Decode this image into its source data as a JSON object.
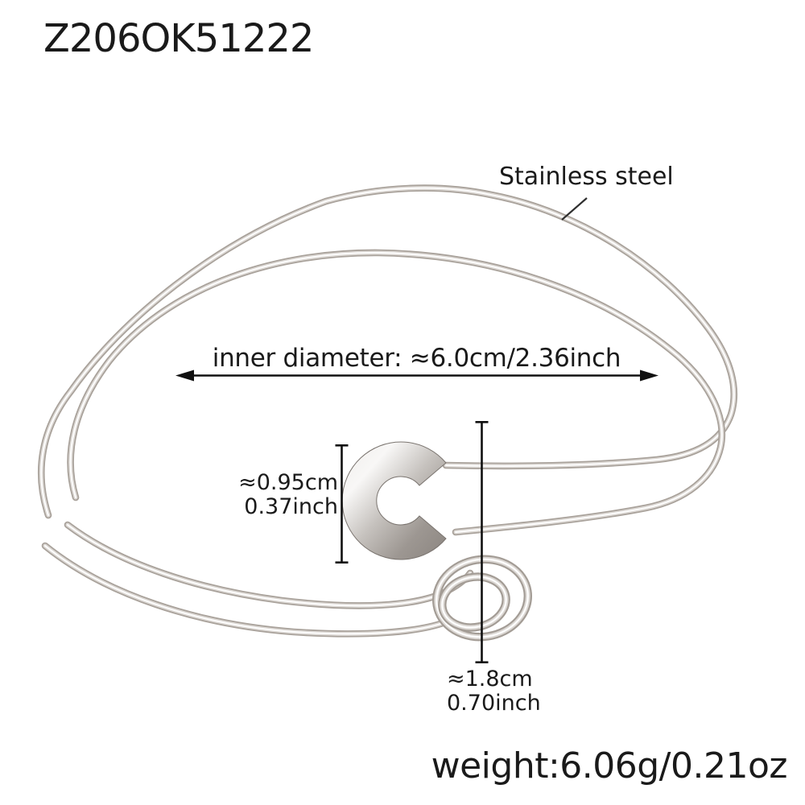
{
  "header": {
    "product_code": "Z206OK51222"
  },
  "callouts": {
    "material_label": "Stainless steel",
    "inner_diameter_label": "inner diameter: ≈6.0cm/2.36inch",
    "clasp_height": {
      "cm": "≈0.95cm",
      "inch": "0.37inch"
    },
    "pin_section": {
      "cm": "≈1.8cm",
      "inch": "0.70inch"
    }
  },
  "footer": {
    "weight_label": "weight:6.06g/0.21oz"
  },
  "colors": {
    "background": "#ffffff",
    "text": "#1a1a1a",
    "dimension_lines": "#101010",
    "metal_light": "#ffffff",
    "metal_mid": "#ddd9d5",
    "metal_dark": "#a9a29b"
  }
}
